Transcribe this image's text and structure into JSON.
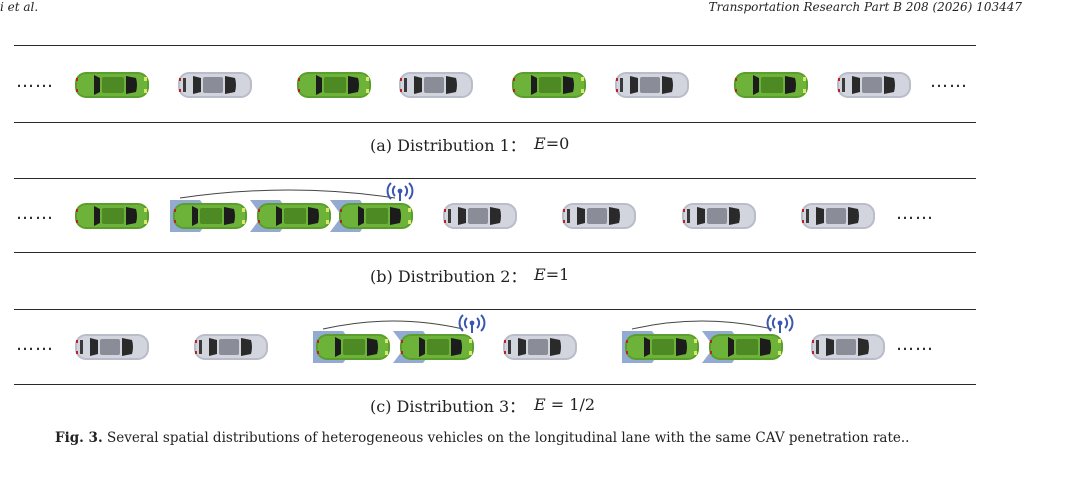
{
  "header": {
    "left": "i et al.",
    "right": "Transportation Research Part B 208 (2026) 103447"
  },
  "figure": {
    "ellipsis": "……",
    "rows": [
      {
        "label": "(a) Distribution 1：",
        "equation_var": "E",
        "equation_rest": "=0"
      },
      {
        "label": "(b) Distribution 2：",
        "equation_var": "E",
        "equation_rest": "=1"
      },
      {
        "label": "(c) Distribution 3：",
        "equation_var": "E",
        "equation_rest": " = 1/2"
      }
    ],
    "caption_prefix": "Fig. 3.",
    "caption_text": "Several spatial distributions of heterogeneous vehicles on the longitudinal lane with the same CAV penetration rate..",
    "colors": {
      "cav": "#5a9e2d",
      "hdv": "#c7c9d6",
      "platoon_arrow": "#6f8fc4",
      "wifi": "#3b56b0"
    }
  }
}
